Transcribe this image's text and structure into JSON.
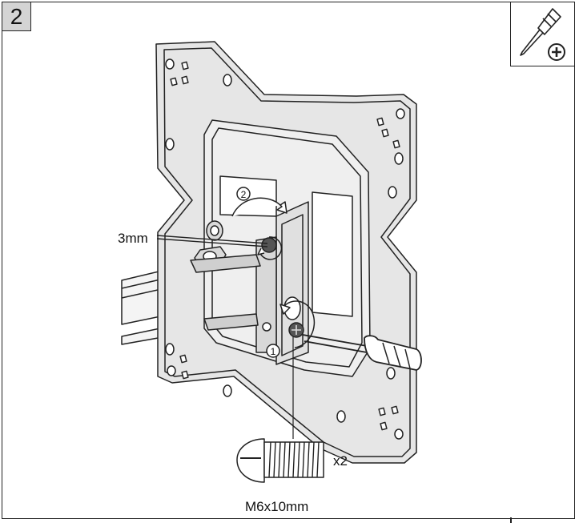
{
  "step": {
    "number": "2"
  },
  "tool": {
    "icon": "phillips-screwdriver-icon"
  },
  "labels": {
    "allen_key": "3mm",
    "screw_size": "M6x10mm",
    "quantity": "x2"
  },
  "callouts": {
    "first": "1",
    "second": "2"
  },
  "colors": {
    "line": "#222222",
    "plate_fill": "#e6e6e6",
    "plate_inner": "#efefef",
    "badge_fill": "#d4d4d4",
    "screw_fill": "#cfcfcf"
  }
}
